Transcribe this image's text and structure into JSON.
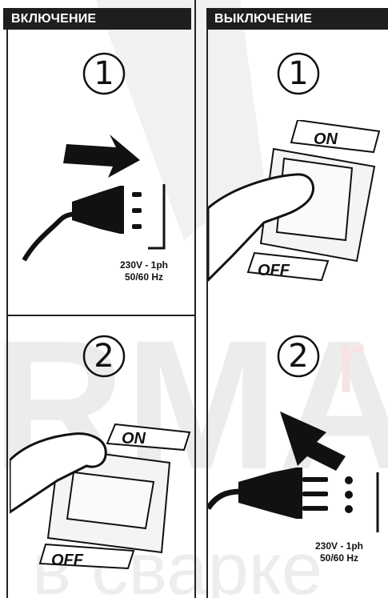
{
  "headers": {
    "on": "ВКЛЮЧЕНИЕ",
    "off": "ВЫКЛЮЧЕНИЕ"
  },
  "steps": {
    "one": "1",
    "two": "2"
  },
  "plug_spec": {
    "line1": "230V - 1ph",
    "line2": "50/60 Hz"
  },
  "switch_labels": {
    "on": "ON",
    "off": "OFF"
  },
  "watermark": {
    "brand": "RMA",
    "brand_accent": "r",
    "tagline": "в сварке"
  },
  "colors": {
    "header_bg": "#1e1e1e",
    "ink": "#111111",
    "watermark": "#e9e9e9",
    "accent": "#f6dede"
  }
}
